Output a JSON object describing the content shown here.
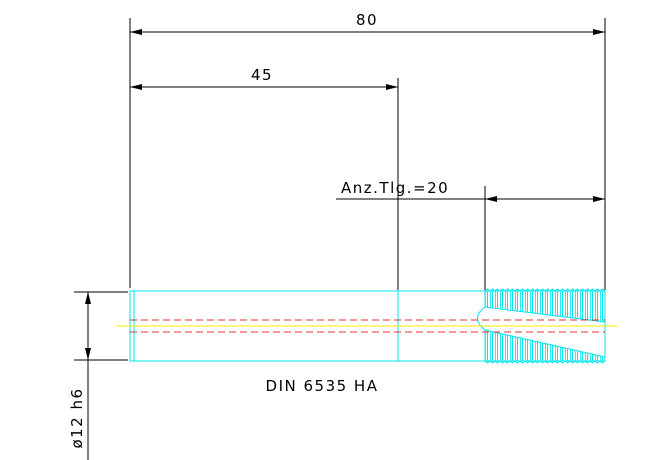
{
  "dimensions": {
    "overall_length": "80",
    "shaft_length": "45",
    "teeth_count_label": "Anz.Tlg.=20",
    "diameter": "ø12 h6"
  },
  "part_designation": "DIN 6535 HA",
  "colors": {
    "outline": "#00e5ee",
    "dimension_lines": "#000000",
    "center_line": "#e53030",
    "axis_line": "#ffee00",
    "background": "#ffffff"
  }
}
